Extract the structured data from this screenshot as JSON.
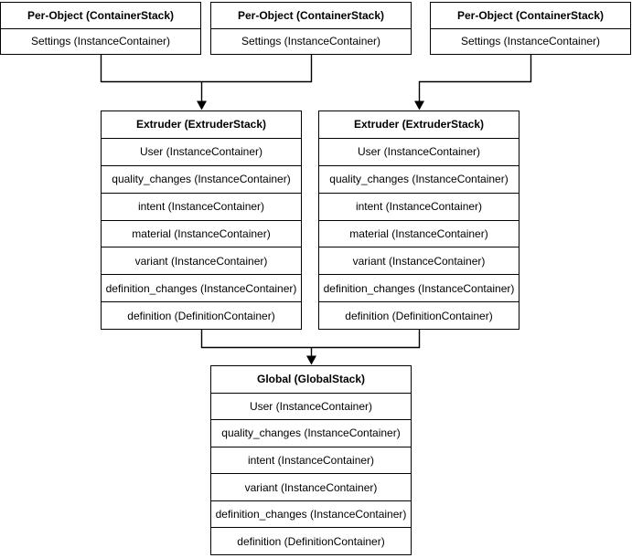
{
  "diagram": {
    "background_color": "#ffffff",
    "line_color": "#000000",
    "per_object_boxes": [
      {
        "title": "Per-Object (ContainerStack)",
        "rows": [
          "Settings (InstanceContainer)"
        ]
      },
      {
        "title": "Per-Object (ContainerStack)",
        "rows": [
          "Settings (InstanceContainer)"
        ]
      },
      {
        "title": "Per-Object (ContainerStack)",
        "rows": [
          "Settings (InstanceContainer)"
        ]
      }
    ],
    "extruder_boxes": [
      {
        "title": "Extruder (ExtruderStack)",
        "rows": [
          "User (InstanceContainer)",
          "quality_changes (InstanceContainer)",
          "intent (InstanceContainer)",
          "material (InstanceContainer)",
          "variant (InstanceContainer)",
          "definition_changes (InstanceContainer)",
          "definition (DefinitionContainer)"
        ]
      },
      {
        "title": "Extruder (ExtruderStack)",
        "rows": [
          "User (InstanceContainer)",
          "quality_changes (InstanceContainer)",
          "intent (InstanceContainer)",
          "material (InstanceContainer)",
          "variant (InstanceContainer)",
          "definition_changes (InstanceContainer)",
          "definition (DefinitionContainer)"
        ]
      }
    ],
    "global_box": {
      "title": "Global (GlobalStack)",
      "rows": [
        "User (InstanceContainer)",
        "quality_changes (InstanceContainer)",
        "intent (InstanceContainer)",
        "variant (InstanceContainer)",
        "definition_changes (InstanceContainer)",
        "definition (DefinitionContainer)"
      ]
    }
  }
}
